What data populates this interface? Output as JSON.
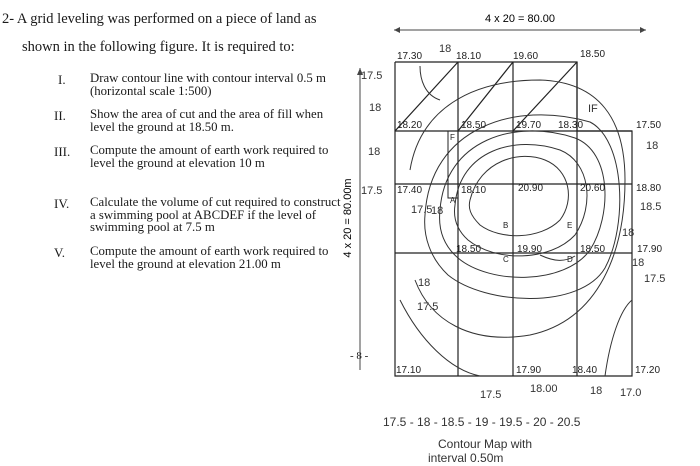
{
  "question": {
    "title_line1": "2- A grid leveling was performed on a piece of land as",
    "title_line2": "shown in the following figure. It is required to:",
    "items": [
      {
        "num": "I.",
        "text": "Draw contour line with contour interval 0.5 m (horizontal scale 1:500)"
      },
      {
        "num": "II.",
        "text": "Show the area of cut and the area of fill when level the ground at 18.50 m."
      },
      {
        "num": "III.",
        "text": "Compute the amount of earth work required to level the ground at elevation 10 m"
      },
      {
        "num": "IV.",
        "text": "Calculate the volume of cut required to construct a swimming pool at ABCDEF if the level of swimming pool at 7.5 m"
      },
      {
        "num": "V.",
        "text": "Compute the amount of earth work required to level the ground at elevation 21.00 m"
      }
    ],
    "page_number": "- 8 -"
  },
  "figure": {
    "dim_top": "4 x 20 = 80.00",
    "dim_side": "4 x 20 = 80.00m",
    "elevations": [
      "17.30",
      "18.10",
      "19.60",
      "18.50",
      "18.20",
      "18.50",
      "19.70",
      "18.30",
      "17.50",
      "17.40",
      "18.10",
      "20.90",
      "20.60",
      "18.80",
      "18.50",
      "19.90",
      "18.50",
      "17.90",
      "17.10",
      "17.90",
      "18.40",
      "17.20"
    ],
    "point_labels": [
      "F",
      "A",
      "B",
      "C",
      "D",
      "E"
    ],
    "handwritten": {
      "top": "18",
      "left": [
        "17.5",
        "18",
        "18",
        "17.5",
        "17.5",
        "18",
        "18",
        "17.5"
      ],
      "right": [
        "18",
        "18.5",
        "18",
        "17.5"
      ],
      "bottom": [
        "17.5",
        "18.00",
        "18",
        "17.0"
      ],
      "inner": [
        "IF",
        "18"
      ],
      "seq": "17.5 - 18 - 18.5 - 19 - 19.5 - 20 - 20.5",
      "note1": "Contour Map with",
      "note2": "interval 0.50m"
    }
  }
}
